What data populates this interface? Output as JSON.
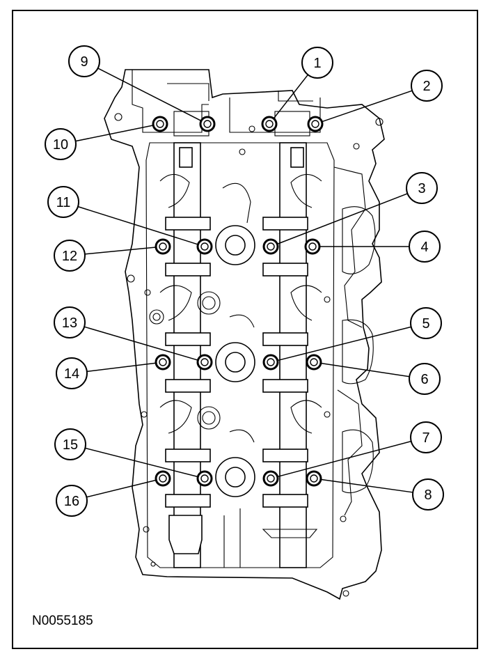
{
  "figure_id": "N0055185",
  "callouts": [
    {
      "label": "1"
    },
    {
      "label": "2"
    },
    {
      "label": "3"
    },
    {
      "label": "4"
    },
    {
      "label": "5"
    },
    {
      "label": "6"
    },
    {
      "label": "7"
    },
    {
      "label": "8"
    },
    {
      "label": "9"
    },
    {
      "label": "10"
    },
    {
      "label": "11"
    },
    {
      "label": "12"
    },
    {
      "label": "13"
    },
    {
      "label": "14"
    },
    {
      "label": "15"
    },
    {
      "label": "16"
    }
  ]
}
